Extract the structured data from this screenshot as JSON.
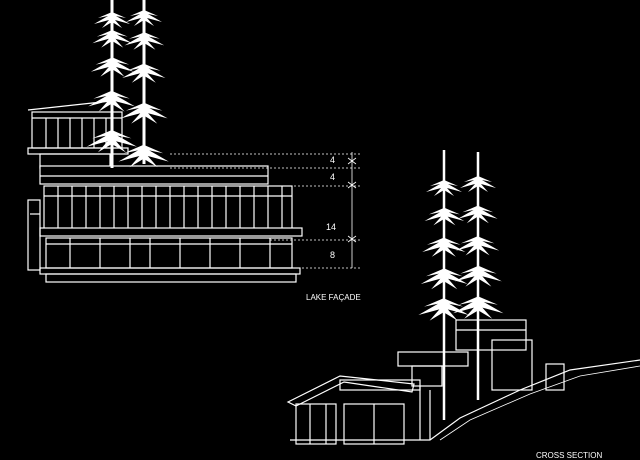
{
  "drawing": {
    "background": "#000000",
    "line_color": "#ffffff",
    "views": [
      {
        "id": "lake-facade",
        "label": "LAKE FAÇADE"
      },
      {
        "id": "cross-section",
        "label": "CROSS SECTION"
      }
    ],
    "dimensions": {
      "d1": "4",
      "d2": "4",
      "d3": "14",
      "d4": "8"
    }
  }
}
